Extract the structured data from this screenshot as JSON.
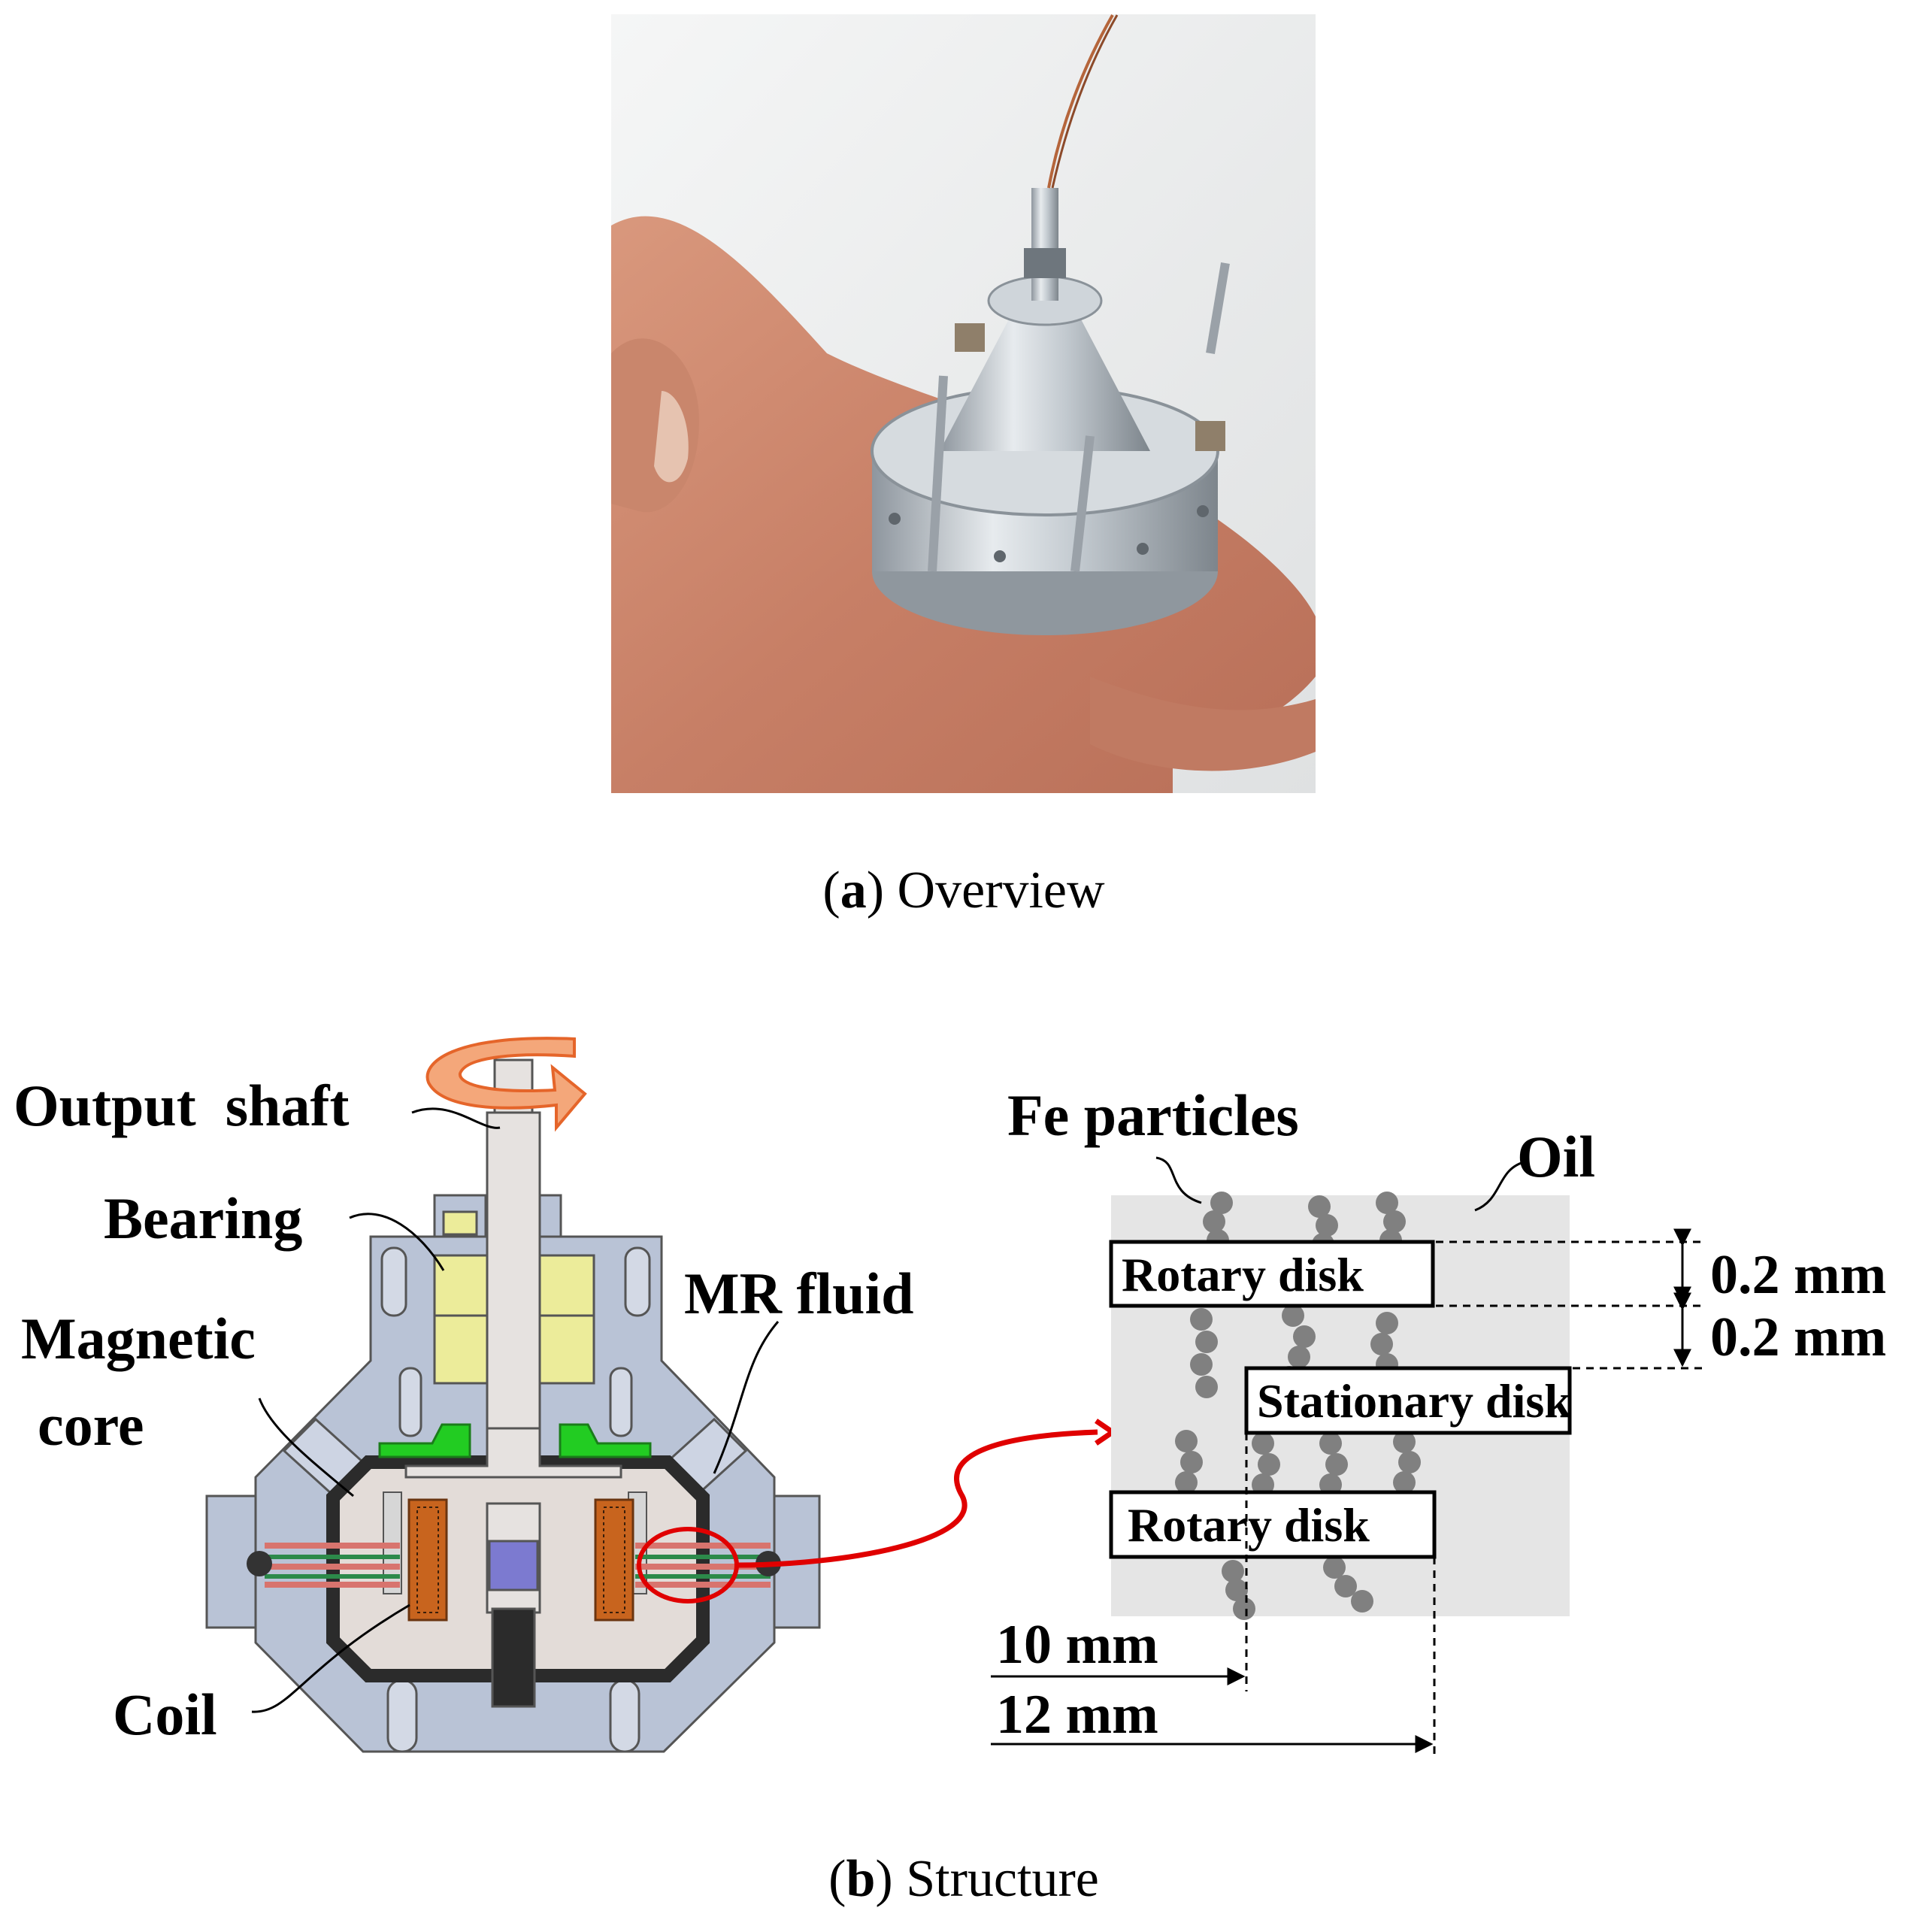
{
  "panel_a": {
    "caption_letter": "a",
    "caption_text": "Overview"
  },
  "panel_b": {
    "caption_letter": "b",
    "caption_text": "Structure",
    "labels": {
      "output_shaft": "Output  shaft",
      "bearing": "Bearing",
      "magnetic_core_line1": "Magnetic",
      "magnetic_core_line2": "core",
      "mr_fluid": "MR fluid",
      "coil": "Coil"
    },
    "detail": {
      "fe_particles": "Fe particles",
      "oil": "Oil",
      "rotary_disk_top": "Rotary disk",
      "stationary_disk": "Stationary disk",
      "rotary_disk_bottom": "Rotary disk",
      "gap_top": "0.2 mm",
      "gap_bottom": "0.2 mm",
      "radius_inner": "10 mm",
      "radius_outer": "12 mm"
    }
  },
  "colors": {
    "housing": "#b9c3d6",
    "core": "#2b2b2b",
    "bearing": "#ecec9a",
    "green_part": "#22cc22",
    "coil": "#c8641e",
    "arrow": "#f4a77a",
    "highlight": "#e00000",
    "fluid_bg": "#e5e5e5",
    "particle": "#808080"
  }
}
